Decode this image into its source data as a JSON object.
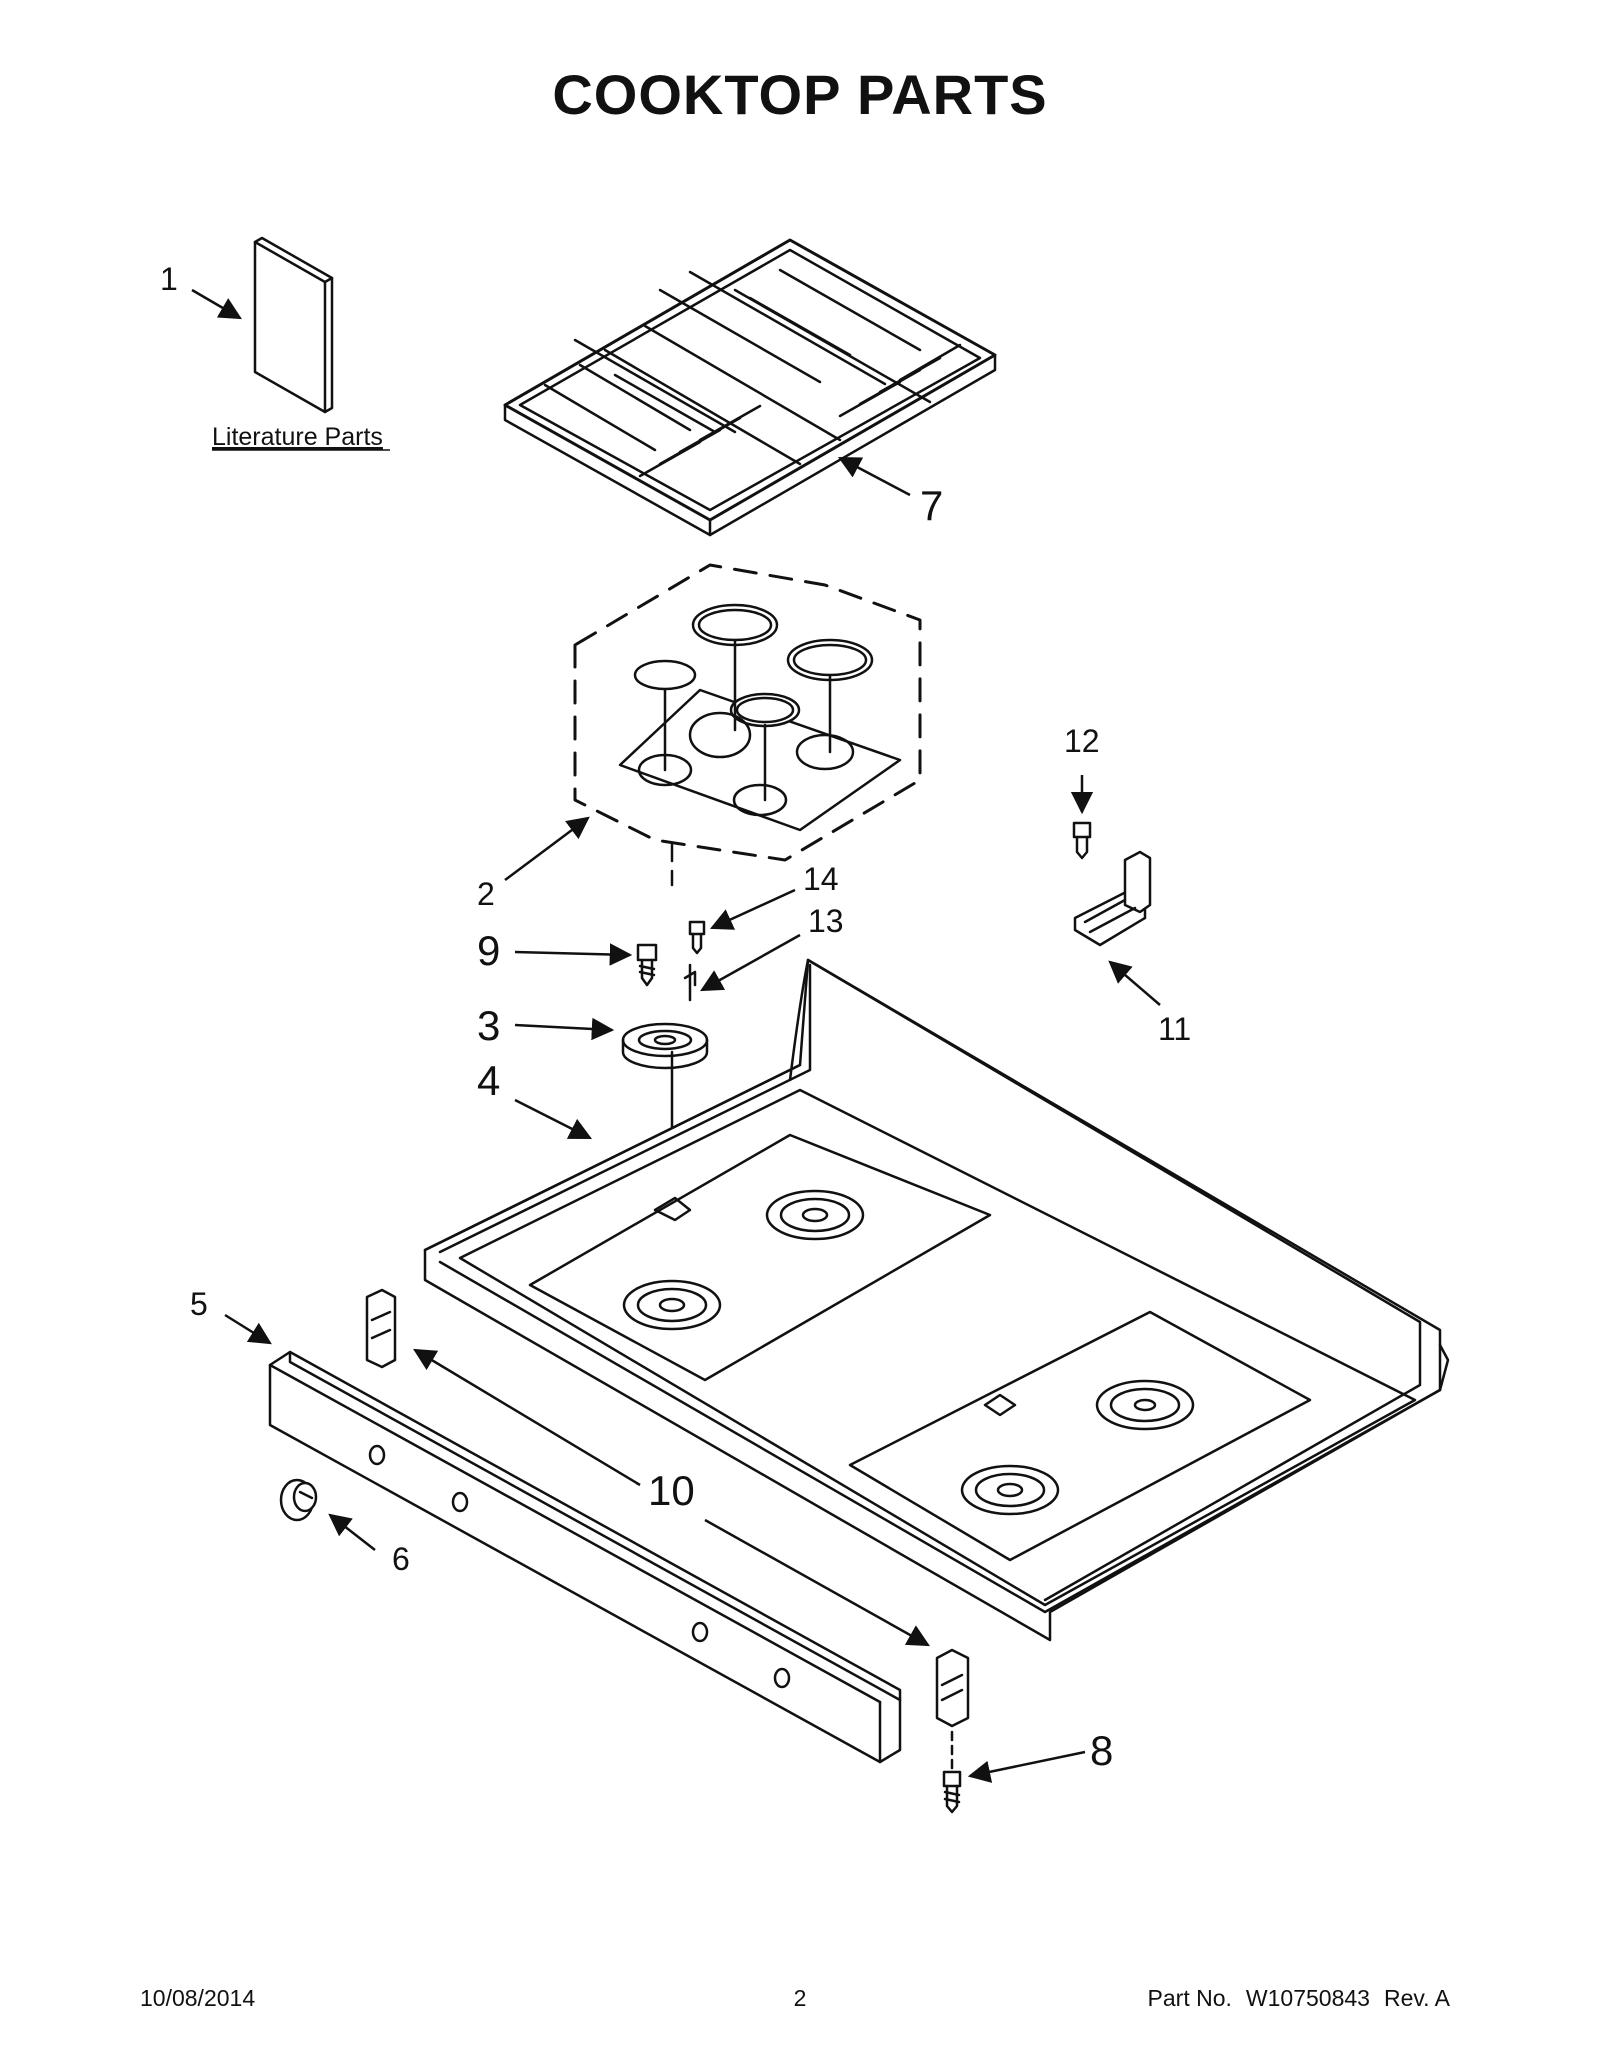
{
  "title": "COOKTOP PARTS",
  "literature_label": "Literature Parts",
  "callouts": {
    "c1": "1",
    "c2": "2",
    "c3": "3",
    "c4": "4",
    "c5": "5",
    "c6": "6",
    "c7": "7",
    "c8": "8",
    "c9": "9",
    "c10": "10",
    "c11": "11",
    "c12": "12",
    "c13": "13",
    "c14": "14"
  },
  "footer": {
    "date": "10/08/2014",
    "page": "2",
    "part_label": "Part No.",
    "part_number": "W10750843",
    "rev": "Rev.  A"
  }
}
